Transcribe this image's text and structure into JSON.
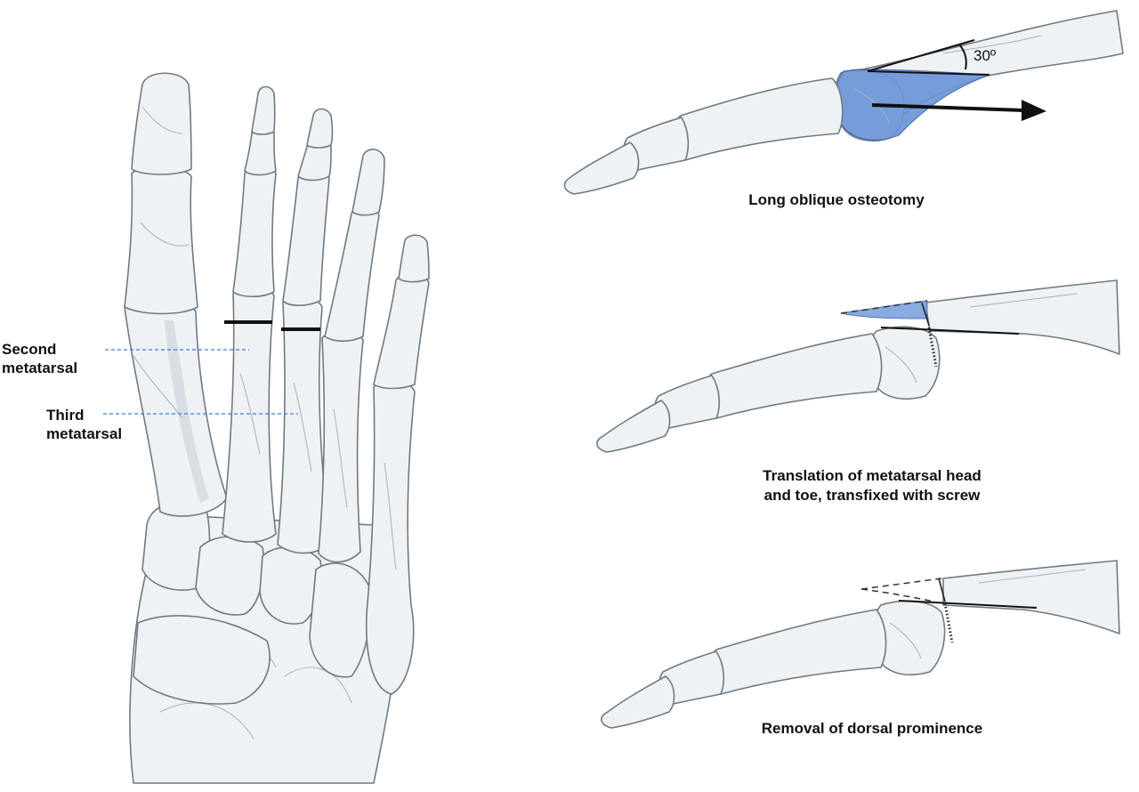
{
  "labels": {
    "second_metatarsal": "Second\nmetatarsal",
    "third_metatarsal": "Third\nmetatarsal"
  },
  "panels": [
    {
      "caption": "Long oblique osteotomy",
      "angle": "30º"
    },
    {
      "caption": "Translation of metatarsal head\nand toe, transfixed with screw"
    },
    {
      "caption": "Removal of dorsal prominence"
    }
  ],
  "colors": {
    "osteotomy_highlight": "#6d95d8",
    "leader_line": "#3f7fd6",
    "bone_fill": "#eef2f5",
    "bone_outline": "#6f7a84"
  }
}
